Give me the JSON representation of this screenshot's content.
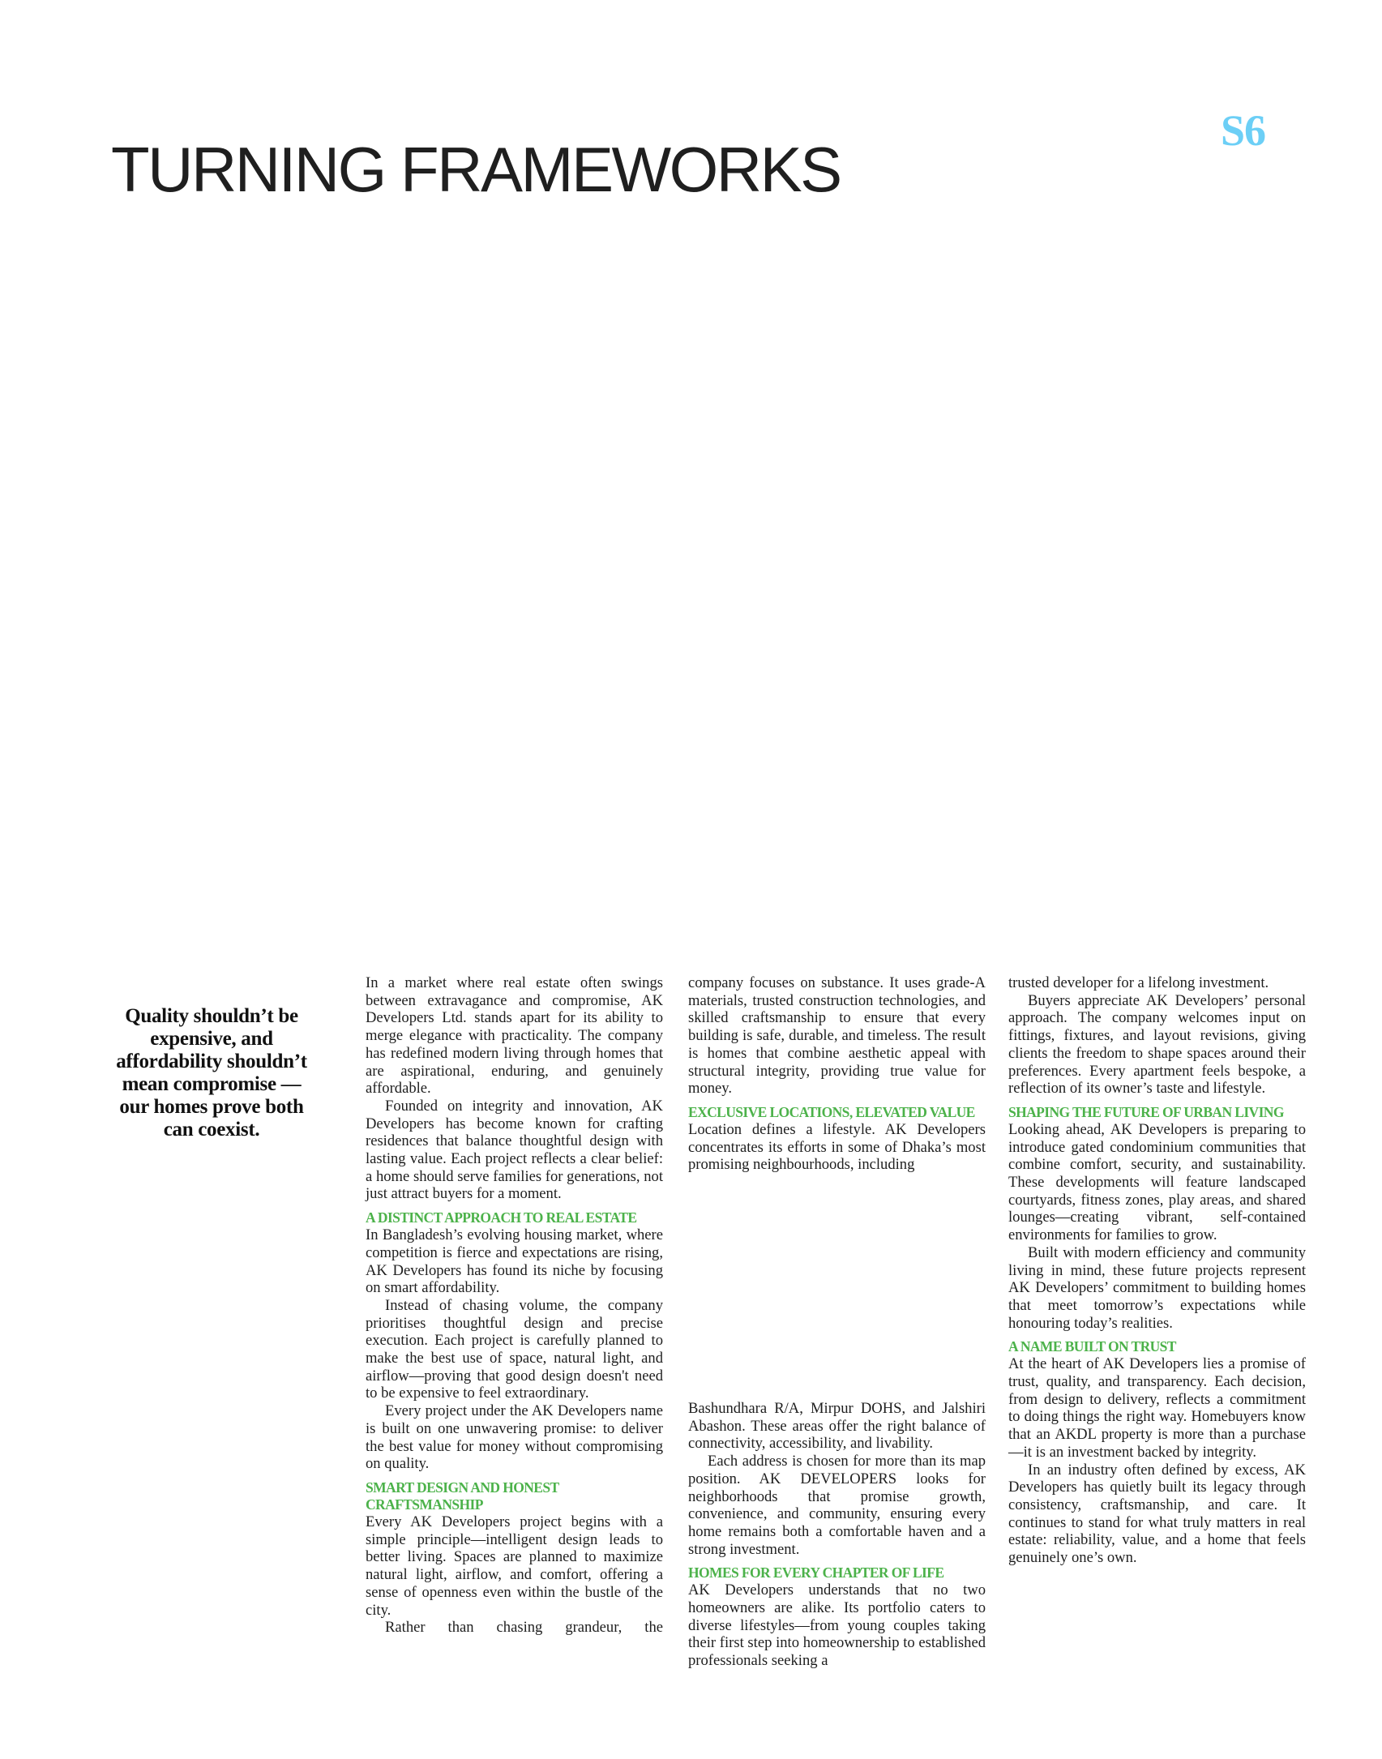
{
  "header": {
    "title": "TURNING FRAMEWORKS",
    "page_number": "S6"
  },
  "pull_quote": "Quality shouldn’t be expensive, and affordability shouldn’t mean compromise — our homes prove both can coexist.",
  "colors": {
    "accent_heading": "#4cb24a",
    "page_number": "#6ccff6"
  },
  "article": {
    "col1": {
      "p1": "In a market where real estate often swings between extravagance and compromise, AK Developers Ltd. stands apart for its ability to merge elegance with practicality. The company has redefined modern living through homes that are aspirational, enduring, and genuinely affordable.",
      "p2": "Founded on integrity and innovation, AK Developers has become known for crafting residences that balance thoughtful design with lasting value. Each project reflects a clear belief: a home should serve families for generations, not just attract buyers for a moment.",
      "h1": "A DISTINCT APPROACH TO REAL ESTATE",
      "p3": "In Bangladesh’s evolving housing market, where competition is fierce and expectations are rising, AK Developers has found its niche by focusing on smart affordability.",
      "p4": "Instead of chasing volume, the company prioritises thoughtful design and precise execution. Each project is carefully planned to make the best use of space, natural light, and airflow—proving that good design doesn't need to be expensive to feel extraordinary.",
      "p5": "Every project under the AK Developers name is built on one unwavering promise: to deliver the best value for money without compromising on quality.",
      "h2": "SMART DESIGN AND HONEST CRAFTSMANSHIP",
      "p6": "Every AK Developers project begins with a simple principle—intelligent design leads to better living. Spaces are planned to maximize natural light, airflow, and comfort, offering a sense of openness even within the bustle of the city.",
      "p7": "Rather than chasing grandeur, the"
    },
    "col2": {
      "p1": "company focuses on substance. It uses grade-A materials, trusted construction technologies, and skilled craftsmanship to ensure that every building is safe, durable, and timeless. The result is homes that combine aesthetic appeal with structural integrity, providing true value for money.",
      "h1": "EXCLUSIVE LOCATIONS, ELEVATED VALUE",
      "p2": "Location defines a lifestyle. AK Developers concentrates its efforts in some of Dhaka’s most promising neighbourhoods, including",
      "p2_cont": "Bashundhara R/A, Mirpur DOHS, and Jalshiri Abashon. These areas offer the right balance of connectivity, accessibility, and livability.",
      "p3": "Each address is chosen for more than its map position. AK DEVELOPERS looks for neighborhoods that promise growth, convenience, and community, ensuring every home remains both a comfortable haven and a strong investment.",
      "h2": "HOMES FOR EVERY CHAPTER OF LIFE",
      "p4": "AK Developers understands that no two homeowners are alike. Its portfolio caters to diverse lifestyles—from young couples taking their first step into homeownership to established professionals seeking a"
    },
    "col3": {
      "p1": "trusted developer for a lifelong investment.",
      "p2": "Buyers appreciate AK Developers’ personal approach. The company welcomes input on fittings, fixtures, and layout revisions, giving clients the freedom to shape spaces around their preferences. Every apartment feels bespoke, a reflection of its owner’s taste and lifestyle.",
      "h1": "SHAPING THE FUTURE OF URBAN LIVING",
      "p3": "Looking ahead, AK Developers is preparing to introduce gated condominium communities that combine comfort, security, and sustainability. These developments will feature landscaped courtyards, fitness zones, play areas, and shared lounges—creating vibrant, self-contained environments for families to grow.",
      "p4": "Built with modern efficiency and community living in mind, these future projects represent AK Developers’ commitment to building homes that meet tomorrow’s expectations while honouring today’s realities.",
      "h2": "A NAME BUILT ON TRUST",
      "p5": "At the heart of AK Developers lies a promise of trust, quality, and transparency. Each decision, from design to delivery, reflects a commitment to doing things the right way. Homebuyers know that an AKDL property is more than a purchase—it is an investment backed by integrity.",
      "p6": "In an industry often defined by excess, AK Developers has quietly built its legacy through consistency, craftsmanship, and care. It continues to stand for what truly matters in real estate: reliability, value, and a home that feels genuinely one’s own."
    }
  }
}
